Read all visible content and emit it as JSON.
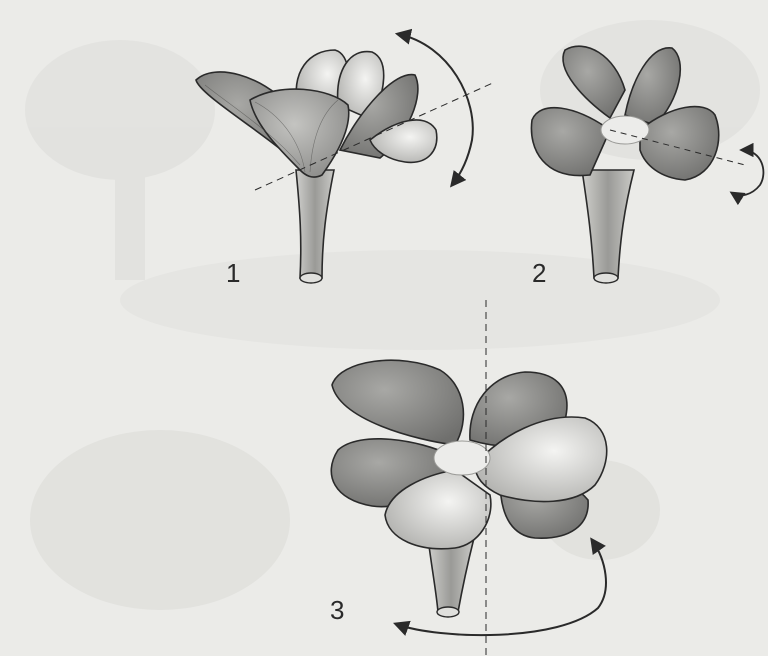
{
  "figure": {
    "steps": [
      {
        "number": "1"
      },
      {
        "number": "2"
      },
      {
        "number": "3"
      }
    ]
  },
  "colors": {
    "paper": "#ebebe8",
    "ink": "#2a2a2a",
    "petal_dark": "#8a8a88",
    "petal_mid": "#a9a9a6",
    "petal_light": "#d2d2cf",
    "ghost": "#d9d9d6"
  },
  "icons": [
    "rotate-arrow-icon",
    "axis-line"
  ]
}
